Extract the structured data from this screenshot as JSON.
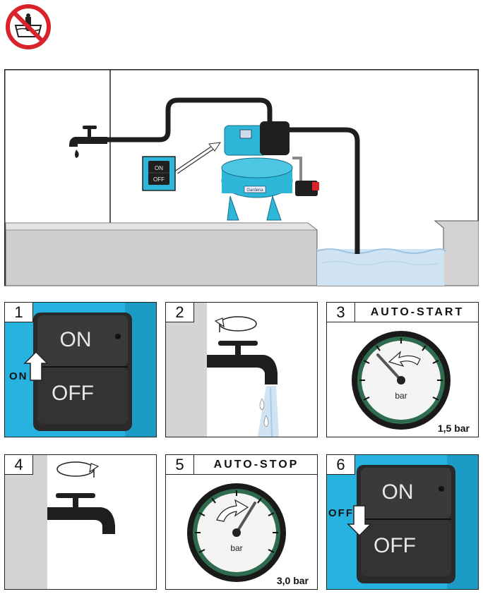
{
  "prohibition_icon": "no-hand-in-water-icon",
  "overview": {
    "switch_on": "ON",
    "switch_off": "OFF",
    "tank_label": "Gardena"
  },
  "steps": [
    {
      "number": "1",
      "switch_on": "ON",
      "switch_off": "OFF",
      "arrow_label": "ON"
    },
    {
      "number": "2"
    },
    {
      "number": "3",
      "title": "AUTO-START",
      "gauge_unit": "bar",
      "reading": "1,5 bar",
      "pressure_bar": 1.5
    },
    {
      "number": "4"
    },
    {
      "number": "5",
      "title": "AUTO-STOP",
      "gauge_unit": "bar",
      "reading": "3,0 bar",
      "pressure_bar": 3.0
    },
    {
      "number": "6",
      "switch_on": "ON",
      "switch_off": "OFF",
      "arrow_label": "OFF"
    }
  ],
  "colors": {
    "pump_blue": "#2eb6d8",
    "panel_blue": "#26b3e0",
    "prohibit_red": "#d9232a",
    "pipe": "#1e1e1e",
    "water": "#cfe3f2"
  }
}
